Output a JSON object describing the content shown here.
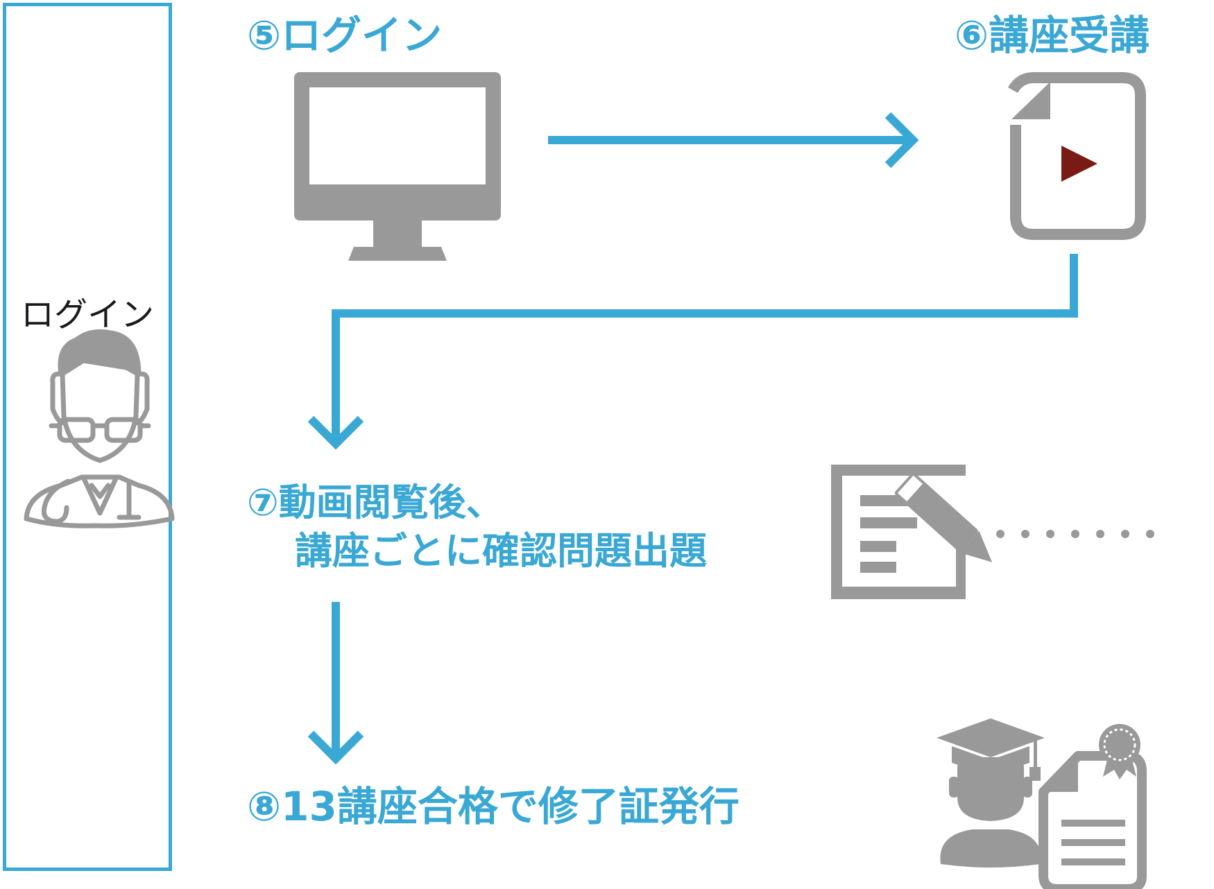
{
  "sidebar": {
    "label": "ログイン"
  },
  "steps": {
    "step5": "⑤ログイン",
    "step6": "⑥講座受講",
    "step7_line1": "⑦動画閲覧後、",
    "step7_line2": "講座ごとに確認問題出題",
    "step8": "⑧13講座合格で修了証発行"
  },
  "colors": {
    "accent": "#3aa8d4",
    "icon_gray": "#999999",
    "play_red": "#7a1a14"
  },
  "icons": [
    "doctor-icon",
    "monitor-icon",
    "video-file-icon",
    "quiz-form-icon",
    "graduate-icon",
    "certificate-icon"
  ]
}
